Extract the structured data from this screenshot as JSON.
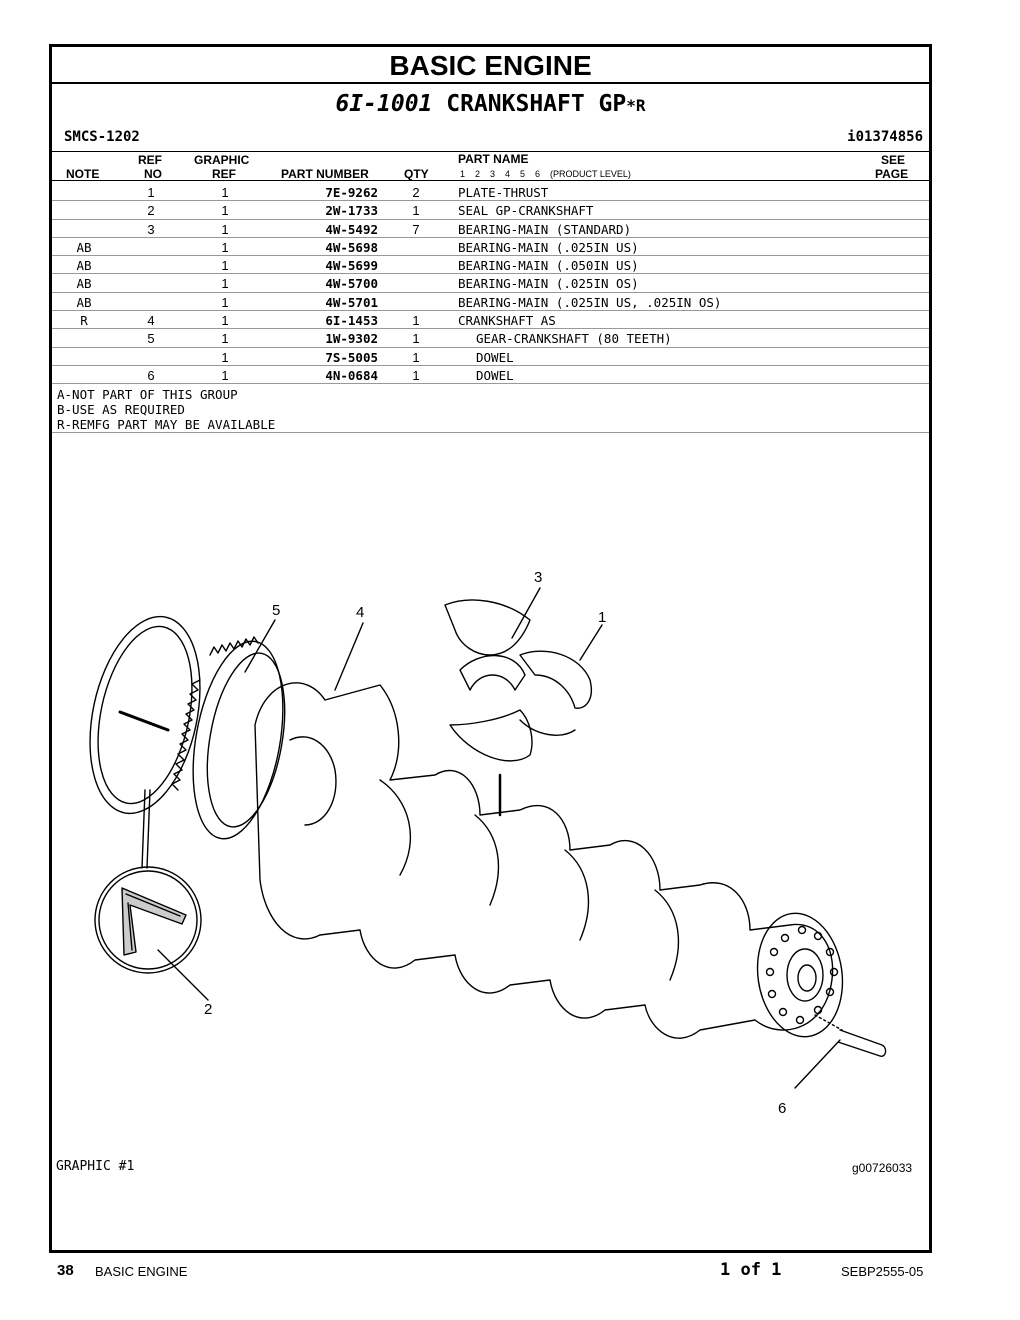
{
  "title": "BASIC ENGINE",
  "group": {
    "number": "6I-1001",
    "name": " CRANKSHAFT GP",
    "suffix": "*R"
  },
  "smcs": "SMCS-1202",
  "illustration_id": "i01374856",
  "headers": {
    "note": "NOTE",
    "ref_top": "REF",
    "ref_bottom": "NO",
    "graphic_top": "GRAPHIC",
    "graphic_bottom": "REF",
    "part_number": "PART NUMBER",
    "qty": "QTY",
    "part_name": "PART NAME",
    "levels": "1    2    3    4    5    6    (PRODUCT LEVEL)",
    "see_top": "SEE",
    "see_bottom": "PAGE"
  },
  "parts": [
    {
      "note": "",
      "ref": "1",
      "graphic": "1",
      "part_number": "7E-9262",
      "qty": "2",
      "name": "PLATE-THRUST",
      "indent": false
    },
    {
      "note": "",
      "ref": "2",
      "graphic": "1",
      "part_number": "2W-1733",
      "qty": "1",
      "name": "SEAL GP-CRANKSHAFT",
      "indent": false
    },
    {
      "note": "",
      "ref": "3",
      "graphic": "1",
      "part_number": "4W-5492",
      "qty": "7",
      "name": "BEARING-MAIN (STANDARD)",
      "indent": false
    },
    {
      "note": "AB",
      "ref": "",
      "graphic": "1",
      "part_number": "4W-5698",
      "qty": "",
      "name": "BEARING-MAIN (.025IN US)",
      "indent": false
    },
    {
      "note": "AB",
      "ref": "",
      "graphic": "1",
      "part_number": "4W-5699",
      "qty": "",
      "name": "BEARING-MAIN (.050IN US)",
      "indent": false
    },
    {
      "note": "AB",
      "ref": "",
      "graphic": "1",
      "part_number": "4W-5700",
      "qty": "",
      "name": "BEARING-MAIN (.025IN OS)",
      "indent": false
    },
    {
      "note": "AB",
      "ref": "",
      "graphic": "1",
      "part_number": "4W-5701",
      "qty": "",
      "name": "BEARING-MAIN (.025IN US, .025IN OS)",
      "indent": false
    },
    {
      "note": "R",
      "ref": "4",
      "graphic": "1",
      "part_number": "6I-1453",
      "qty": "1",
      "name": "CRANKSHAFT AS",
      "indent": false
    },
    {
      "note": "",
      "ref": "5",
      "graphic": "1",
      "part_number": "1W-9302",
      "qty": "1",
      "name": "GEAR-CRANKSHAFT (80 TEETH)",
      "indent": true
    },
    {
      "note": "",
      "ref": "",
      "graphic": "1",
      "part_number": "7S-5005",
      "qty": "1",
      "name": "DOWEL",
      "indent": true
    },
    {
      "note": "",
      "ref": "6",
      "graphic": "1",
      "part_number": "4N-0684",
      "qty": "1",
      "name": "DOWEL",
      "indent": true
    }
  ],
  "notes": [
    "A-NOT PART OF THIS GROUP",
    "B-USE AS REQUIRED",
    "R-REMFG PART MAY BE AVAILABLE"
  ],
  "callouts": {
    "c1": "1",
    "c2": "2",
    "c3": "3",
    "c4": "4",
    "c5": "5",
    "c6": "6"
  },
  "graphic_label": "GRAPHIC #1",
  "graphic_id": "g00726033",
  "footer": {
    "page_number": "38",
    "section": "BASIC ENGINE",
    "page_of": "1 of 1",
    "doc_number": "SEBP2555-05"
  }
}
